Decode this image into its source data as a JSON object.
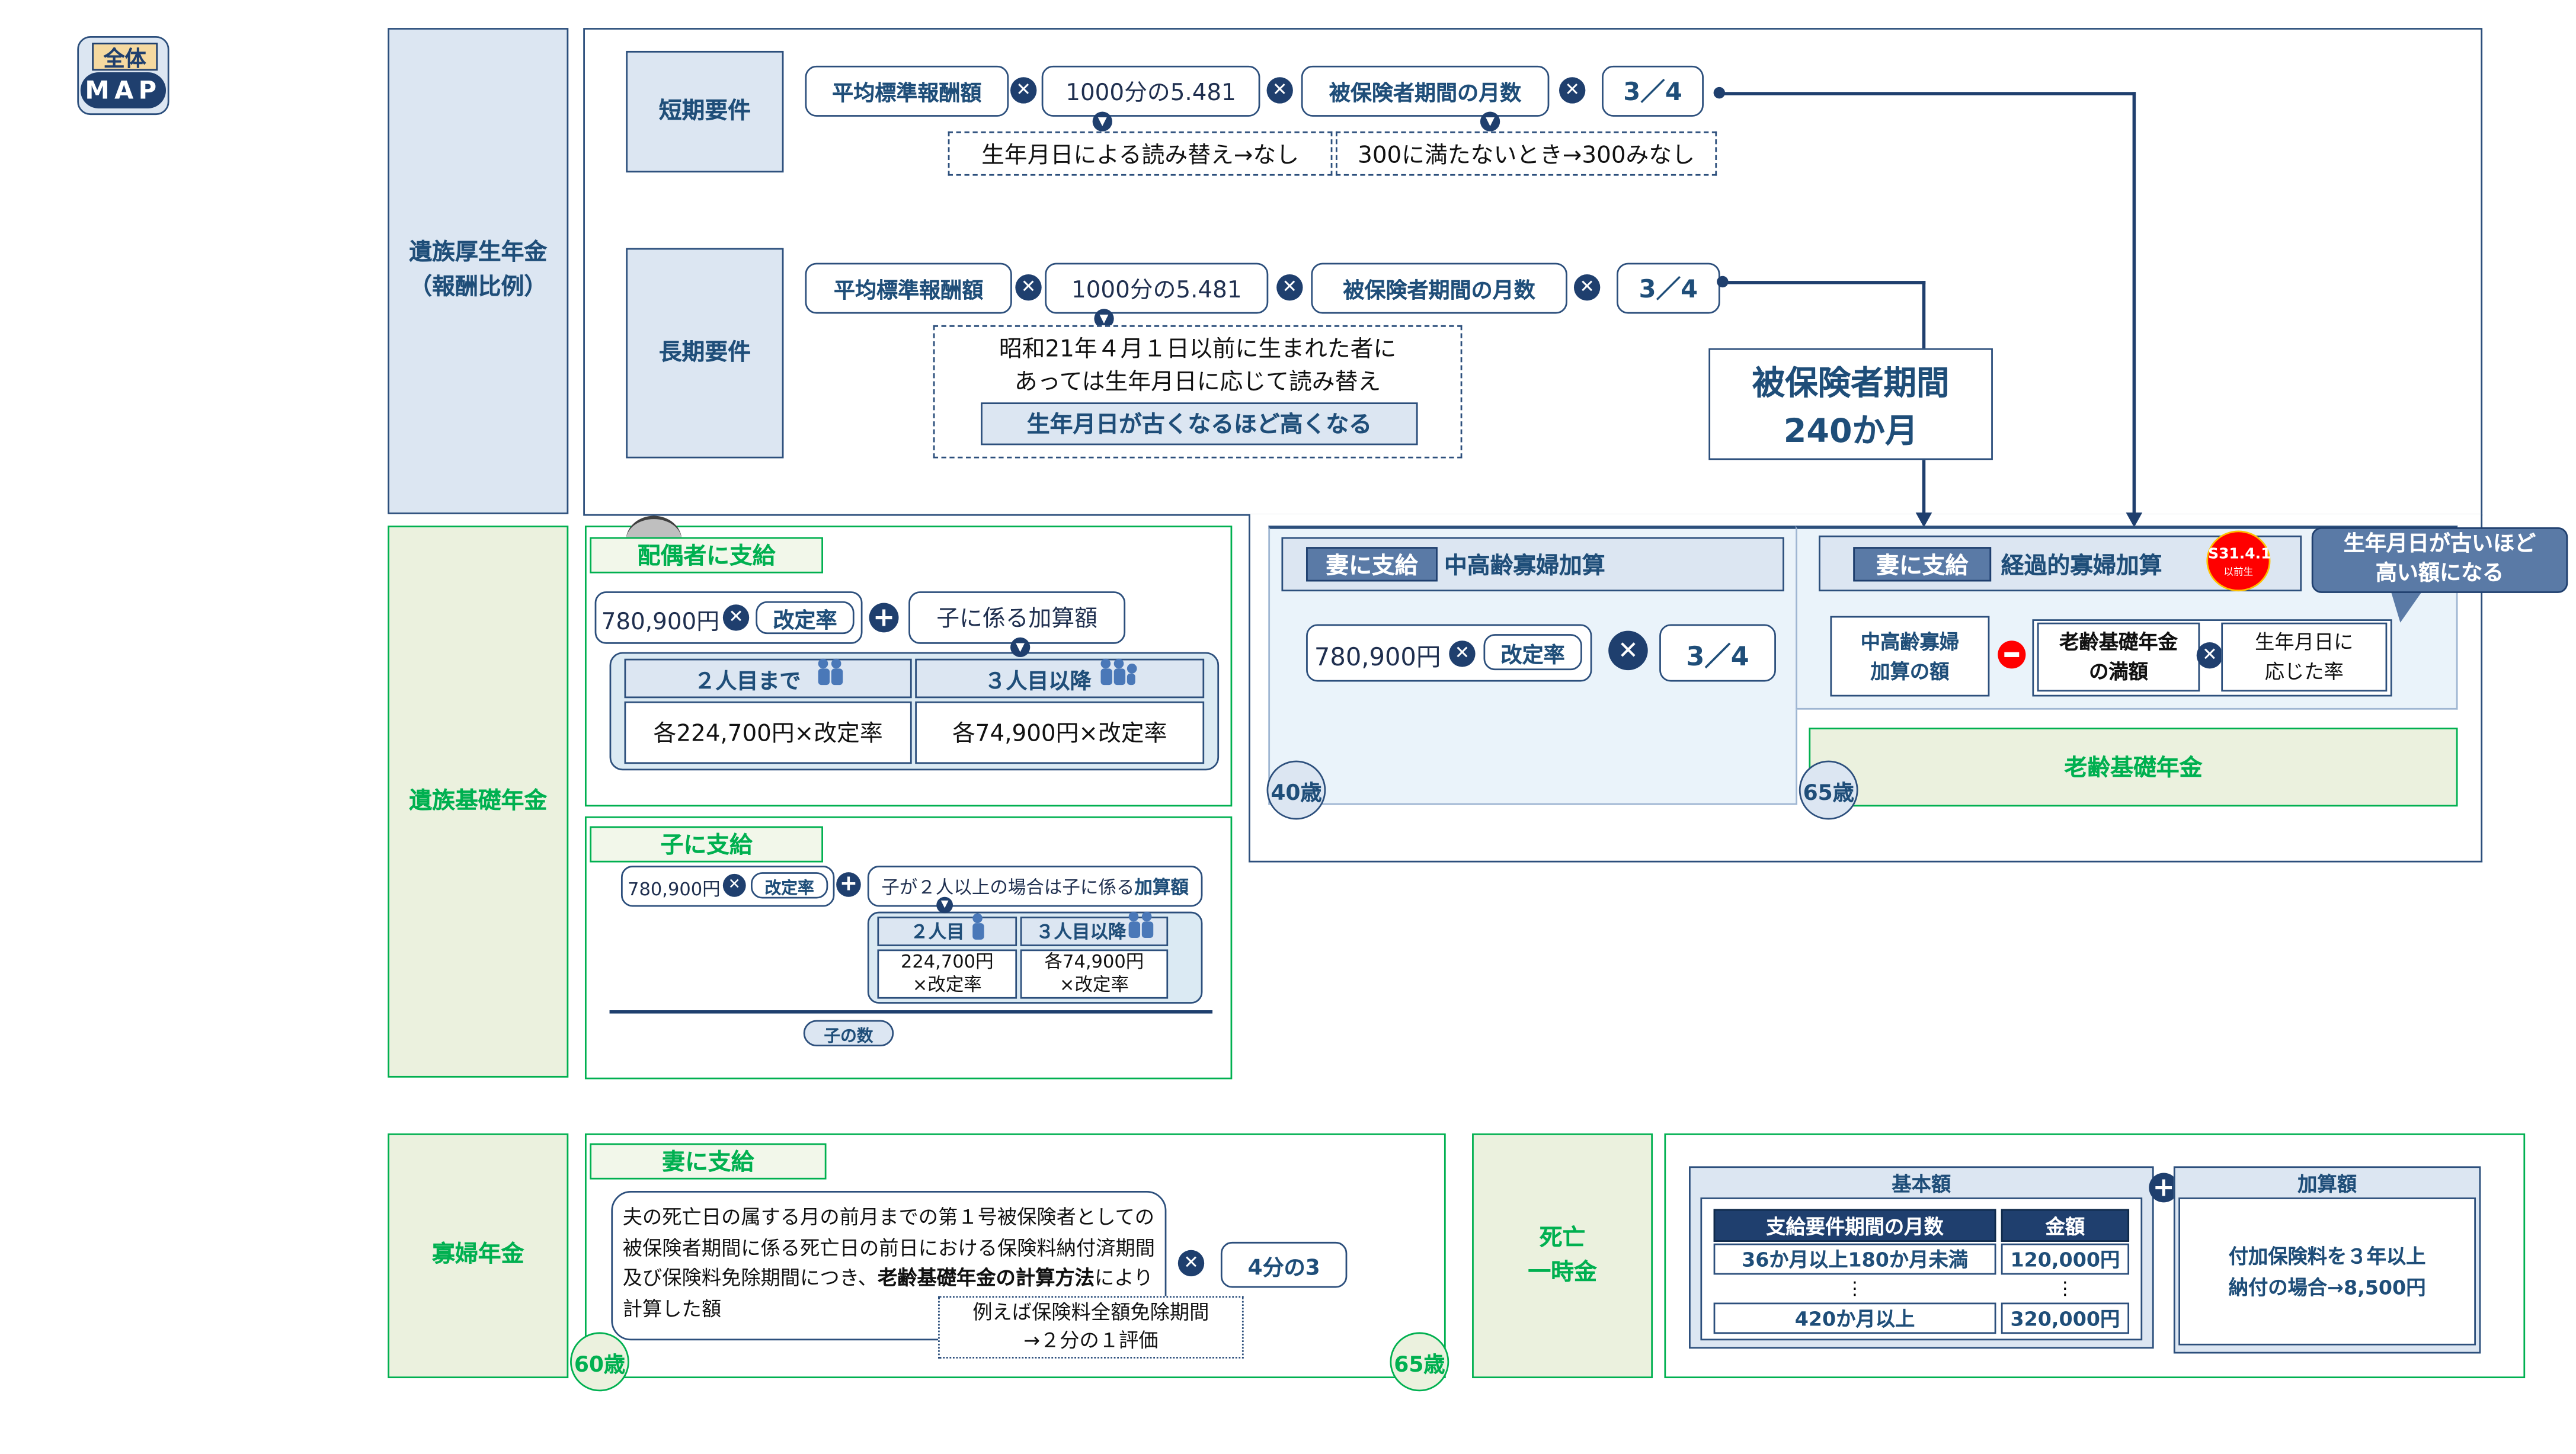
{
  "logo": {
    "line1": "全体",
    "line2": "MAP"
  },
  "survivor_employees": {
    "label": "遺族厚生年金\n（報酬比例）",
    "short_term": {
      "label": "短期要件",
      "avg_remuneration": "平均標準報酬額",
      "rate": "1000分の5.481",
      "months": "被保険者期間の月数",
      "fraction": "3／4",
      "note_birth": "生年月日による読み替え→なし",
      "note_300": "300に満たないとき→300みなし"
    },
    "long_term": {
      "label": "長期要件",
      "avg_remuneration": "平均標準報酬額",
      "rate": "1000分の5.481",
      "months": "被保険者期間の月数",
      "fraction": "3／4",
      "note_line1": "昭和21年４月１日以前に生まれた者に",
      "note_line2": "あっては生年月日に応じて読み替え",
      "note_highlight": "生年月日が古くなるほど高くなる"
    },
    "period_box": {
      "line1": "被保険者期間",
      "line2": "240か月"
    }
  },
  "widow_additions": {
    "middle_age": {
      "tag": "妻に支給",
      "title": "中高齢寡婦加算",
      "amount": "780,900円",
      "revision": "改定率",
      "fraction": "3／4",
      "age": "40歳"
    },
    "transitional": {
      "tag": "妻に支給",
      "title": "経過的寡婦加算",
      "badge_line1": "S31.4.1",
      "badge_line2": "以前生",
      "callout": "生年月日が古いほど\n高い額になる",
      "middle_amount": "中高齢寡婦\n加算の額",
      "basic_full": "老齢基礎年金\nの満額",
      "birth_rate": "生年月日に\n応じた率",
      "age": "65歳",
      "old_age_basic": "老齢基礎年金"
    }
  },
  "survivor_basic": {
    "label": "遺族基礎年金",
    "spouse": {
      "label": "配偶者に支給",
      "amount": "780,900円",
      "revision": "改定率",
      "child_addition": "子に係る加算額",
      "col1": "２人目まで",
      "col2": "３人目以降",
      "val1": "各224,700円×改定率",
      "val2": "各74,900円×改定率"
    },
    "child": {
      "label": "子に支給",
      "amount": "780,900円",
      "revision": "改定率",
      "addition_note": "子が２人以上の場合は子に係る",
      "addition_bold": "加算額",
      "col1": "２人目",
      "col2": "３人目以降",
      "val1a": "224,700円",
      "val1b": "×改定率",
      "val2a": "各74,900円",
      "val2b": "×改定率",
      "count_label": "子の数"
    }
  },
  "widow_pension": {
    "label": "寡婦年金",
    "tag": "妻に支給",
    "text_pre": "夫の死亡日の属する月の前月までの第１号被保険者としての被保険者期間に係る死亡日の前日における保険料納付済期間及び保険料免除期間につき、",
    "text_bold": "老齢基礎年金の計算方法",
    "text_post": "により計算した額",
    "fraction": "4分の3",
    "note": "例えば保険料全額免除期間\n→２分の１評価",
    "age_start": "60歳",
    "age_end": "65歳"
  },
  "death_lump_sum": {
    "label": "死亡\n一時金",
    "basic": {
      "title": "基本額",
      "col_months": "支給要件期間の月数",
      "col_amount": "金額",
      "rows": [
        {
          "months": "36か月以上180か月未満",
          "amount": "120,000円"
        },
        {
          "months": "420か月以上",
          "amount": "320,000円"
        }
      ],
      "ellipsis": "⋮"
    },
    "addition": {
      "title": "加算額",
      "line1": "付加保険料を３年以上",
      "line2_pre": "納付の場合→",
      "line2_bold": "8,500円"
    }
  },
  "colors": {
    "navy": "#1f3f6e",
    "light_blue": "#dce6f2",
    "green": "#00b050",
    "light_green": "#ebf1de",
    "badge_red": "#ff0000"
  }
}
